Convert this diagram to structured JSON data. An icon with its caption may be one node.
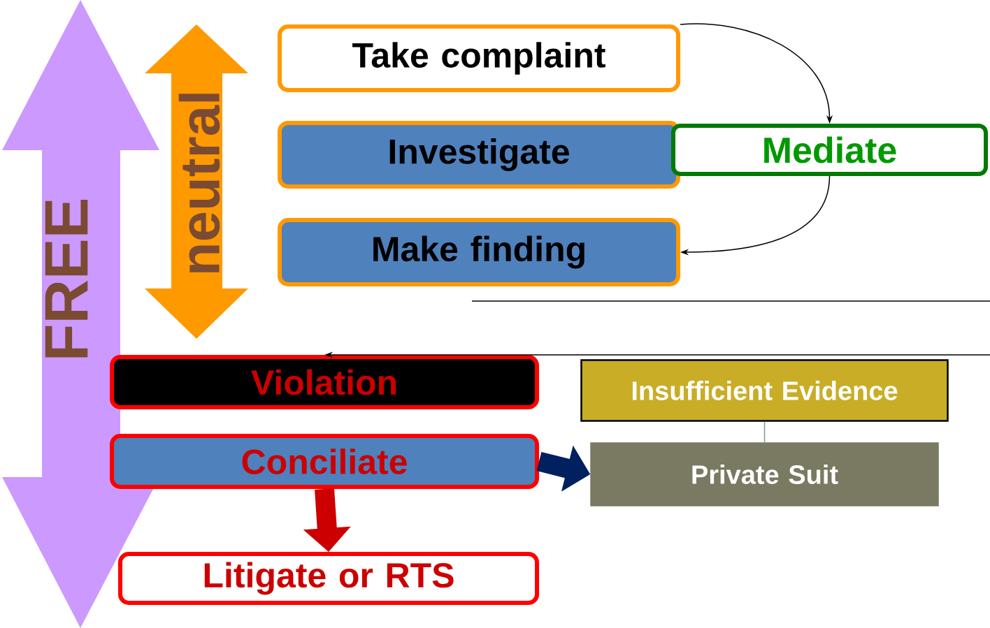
{
  "diagram": {
    "nodes": [
      {
        "text": [
          "Take complaint"
        ]
      },
      {
        "text": [
          "Investigate"
        ]
      },
      {
        "text": [
          "Make finding"
        ]
      },
      {
        "text": [
          "Mediate"
        ]
      },
      {
        "text": [
          "Violation"
        ]
      },
      {
        "text": [
          "Insufficient Evidence"
        ]
      },
      {
        "text": [
          "Conciliate"
        ]
      },
      {
        "text": [
          "Private Suit"
        ]
      },
      {
        "text": [
          "Litigate or RTS"
        ]
      }
    ],
    "edges": [
      {
        "from": 0,
        "to": 3,
        "arrow": "to"
      },
      {
        "from": 3,
        "to": 2,
        "arrow": "to"
      },
      {
        "from": null,
        "to": 4,
        "arrow": "to"
      },
      {
        "from": 5,
        "to": 7,
        "arrow": "none",
        "color": "#7f9a9a"
      },
      {
        "from": 6,
        "to": 7,
        "arrow": "to",
        "style": "thick",
        "color": "#002060"
      },
      {
        "from": 6,
        "to": 8,
        "arrow": "to",
        "style": "thick",
        "color": "#cc0000"
      }
    ],
    "labels": [
      "FREE",
      "neutral"
    ]
  }
}
